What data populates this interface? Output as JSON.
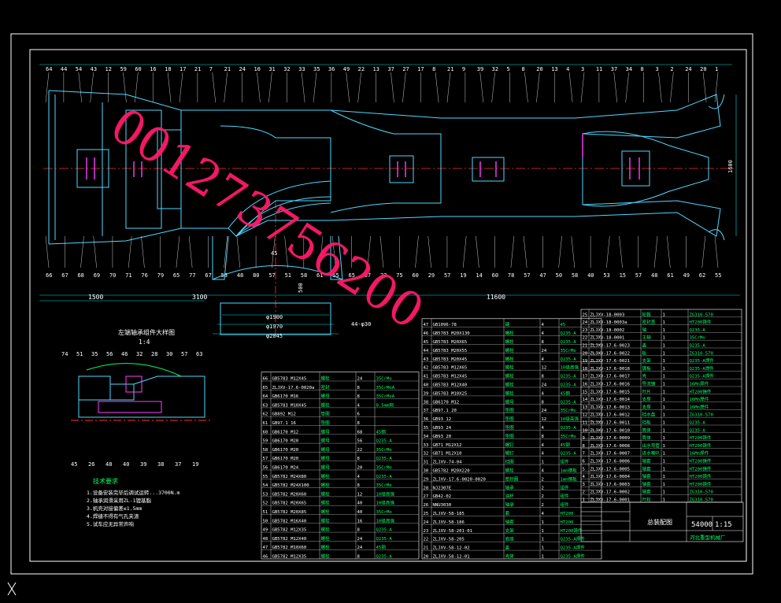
{
  "watermark": "001273756200",
  "dims": {
    "d1500": "1500",
    "d3100": "3100",
    "d11600": "11600",
    "d1900": "φ1900",
    "d1970": "φ1970",
    "d2045": "φ2045",
    "d45": "45",
    "d500": "500",
    "d1600": "1600",
    "weld": "44-φ30"
  },
  "detail": {
    "title": "左端轴承组件大样图",
    "scale": "1:4"
  },
  "notes": {
    "title": "技术要求",
    "lines": [
      "1.设备安装完毕后调试运转...3700N.m",
      "2.轴承润滑采用ZL-1锂基脂",
      "3.机壳对接偏差≤1.5mm",
      "4.焊缝不得有气孔夹渣",
      "5.试车应无异常声响"
    ]
  },
  "title_block": {
    "drawing_name": "总装配图",
    "code": "54000",
    "scale": "1:15",
    "company": "河北重型机械厂"
  },
  "part_numbers_top": [
    "64",
    "44",
    "54",
    "43",
    "12",
    "59",
    "60",
    "16",
    "18",
    "17",
    "21",
    "7",
    "21",
    "24",
    "10",
    "31",
    "32",
    "33",
    "35",
    "36",
    "49",
    "22",
    "13",
    "37",
    "27",
    "17",
    "8",
    "21",
    "9",
    "39",
    "32",
    "5",
    "8",
    "20",
    "13",
    "4",
    "3",
    "11",
    "37",
    "34",
    "8",
    "3",
    "2",
    "24",
    "20",
    "1"
  ],
  "part_numbers_bottom": [
    "66",
    "67",
    "68",
    "69",
    "70",
    "71",
    "76",
    "79",
    "65",
    "77",
    "67",
    "53",
    "48",
    "80",
    "57",
    "51",
    "58",
    "61",
    "55",
    "65",
    "67",
    "22",
    "75",
    "60",
    "29",
    "57",
    "19",
    "14",
    "60",
    "78",
    "57",
    "47",
    "50",
    "58",
    "40",
    "53",
    "15",
    "57",
    "48",
    "61",
    "49",
    "62",
    "55"
  ],
  "bom": {
    "left_rows": [
      [
        "66",
        "GB5783 M12X45",
        "螺栓",
        "24",
        "35CrMo"
      ],
      [
        "65",
        "ZLJXV-17.6-0020a",
        "密封",
        "8",
        "35CrMoA"
      ],
      [
        "64",
        "GB6170 M16",
        "螺母",
        "8",
        "35CrMoA"
      ],
      [
        "63",
        "GB5783 M10X45",
        "螺栓",
        "4",
        "0.5mm网"
      ],
      [
        "62",
        "GB892 M12",
        "垫圈",
        "6",
        ""
      ],
      [
        "61",
        "GB97.1 16",
        "垫圈",
        "8",
        ""
      ],
      [
        "60",
        "GB6170 M12",
        "螺母",
        "68",
        "45钢"
      ],
      [
        "59",
        "GB6170 M20",
        "螺母",
        "56",
        "Q235-A"
      ],
      [
        "58",
        "GB6170 M20",
        "螺母",
        "22",
        "35CrMo"
      ],
      [
        "57",
        "GB6170 M20",
        "螺母",
        "8",
        "Q235-A"
      ],
      [
        "56",
        "GB6170 M24",
        "螺母",
        "20",
        "35CrMo"
      ],
      [
        "55",
        "GB5782 M24X80",
        "螺栓",
        "4",
        "Q235-A"
      ],
      [
        "54",
        "GB5782 M24X100",
        "螺栓",
        "8",
        "35CrMo"
      ],
      [
        "53",
        "GB5782 M20X60",
        "螺栓",
        "12",
        "10级高强"
      ],
      [
        "52",
        "GB5782 M20X65",
        "螺栓",
        "40",
        "10级高强"
      ],
      [
        "51",
        "GB5782 M20X85",
        "螺栓",
        "40",
        "35CrMo"
      ],
      [
        "50",
        "GB5782 M16X40",
        "螺栓",
        "16",
        "10级高强"
      ],
      [
        "49",
        "GB5782 M12X35",
        "螺栓",
        "8",
        "Q235-A"
      ],
      [
        "48",
        "GB5782 M12X40",
        "螺栓",
        "24",
        "Q235-A"
      ],
      [
        "47",
        "GB5782 M10X60",
        "螺栓",
        "24",
        "45钢"
      ],
      [
        "46",
        "GB5782 M12X35",
        "螺栓",
        "8",
        "Q235-A"
      ]
    ],
    "mid_rows": [
      [
        "47",
        "GB1096-78",
        "键",
        "4",
        "45"
      ],
      [
        "46",
        "GB5783 M20X130",
        "螺栓",
        "4",
        "Q235-A"
      ],
      [
        "45",
        "GB5783 M20X65",
        "螺栓",
        "8",
        "Q235-A"
      ],
      [
        "44",
        "GB5783 M20X55",
        "螺栓",
        "24",
        "35CrMo"
      ],
      [
        "43",
        "GB5783 M20X45",
        "螺栓",
        "4",
        "Q235-A"
      ],
      [
        "42",
        "GB5783 M12X65",
        "螺栓",
        "12",
        "10级高强"
      ],
      [
        "41",
        "GB5783 M12X45",
        "螺栓",
        "8",
        "Q235-A"
      ],
      [
        "40",
        "GB5783 M12X40",
        "螺栓",
        "24",
        "Q235-A"
      ],
      [
        "39",
        "GB5783 M10X25",
        "螺栓",
        "4",
        "45钢"
      ],
      [
        "38",
        "GB6170 M12",
        "螺母",
        "8",
        "Q235-A"
      ],
      [
        "37",
        "GB97.1 20",
        "垫圈",
        "24",
        "35CrMo"
      ],
      [
        "36",
        "GB93 12",
        "垫圈",
        "12",
        "10级高强"
      ],
      [
        "35",
        "GB93 24",
        "垫圈",
        "4",
        "Q235-A"
      ],
      [
        "34",
        "GB93 20",
        "垫圈",
        "8",
        "35CrMo"
      ],
      [
        "33",
        "GB71 M12X12",
        "螺钉",
        "4",
        "45钢"
      ],
      [
        "32",
        "GB71 M12X10",
        "螺钉",
        "4",
        "Q235-A"
      ],
      [
        "31",
        "ZLJXV-74-04",
        "挡圈",
        "1",
        "组件"
      ],
      [
        "30",
        "GB5782 M20X220",
        "螺栓",
        "4",
        "1mm钢板"
      ],
      [
        "29",
        "ZLJXV-17.6-0020-0020",
        "密封圈",
        "2",
        "1mm钢板"
      ],
      [
        "28",
        "NJ2307E",
        "轴承",
        "2",
        "组件"
      ],
      [
        "27",
        "GB42-02",
        "油杯",
        "2",
        "组件"
      ],
      [
        "26",
        "NNU3030",
        "轴承",
        "2",
        "组件"
      ],
      [
        "25",
        "ZLJXV-58-185",
        "套",
        "4",
        "HT200"
      ],
      [
        "24",
        "ZLJXV-58-186",
        "轴套",
        "1",
        "HT200"
      ],
      [
        "23",
        "ZLJXV-58-201-01",
        "支架",
        "1",
        "HT200铸件"
      ],
      [
        "22",
        "ZLJXV-58-205",
        "底座",
        "1",
        "Q235-A焊件"
      ],
      [
        "21",
        "ZLJXV-58-12-02",
        "盖",
        "1",
        "Q235-A焊件"
      ],
      [
        "20",
        "ZLJXV-58-12-01",
        "壳体",
        "1",
        "Q235-A焊件"
      ]
    ],
    "right_rows": [
      [
        "25",
        "ZLJXV-18-0003",
        "轮毂",
        "1",
        "ZG310-570"
      ],
      [
        "24",
        "ZLJXV-18-0003a",
        "密封盖",
        "1",
        "HT200铸件"
      ],
      [
        "23",
        "ZLJXV-18-0002",
        "轴",
        "1",
        "Q235-A"
      ],
      [
        "22",
        "ZLJXV-18-0001",
        "主轴",
        "1",
        "35CrMo"
      ],
      [
        "21",
        "ZLJXV-17.6-0023",
        "盖",
        "1",
        "Q235-A"
      ],
      [
        "20",
        "ZLJXV-17.6-0022",
        "板",
        "1",
        "ZG310-570"
      ],
      [
        "19",
        "ZLJXV-17.6-0021",
        "支架",
        "1",
        "Q235-A焊件"
      ],
      [
        "18",
        "ZLJXV-17.6-0018",
        "镀板",
        "1",
        "Q235-A焊件"
      ],
      [
        "17",
        "ZLJXV-17.6-0017",
        "壳",
        "1",
        "Q235-A焊件"
      ],
      [
        "16",
        "ZLJXV-17.6-0016",
        "导流镀",
        "1",
        "16Mn焊件"
      ],
      [
        "15",
        "ZLJXV-17.6-0015",
        "叶片",
        "1",
        "HT200铸件"
      ],
      [
        "14",
        "ZLJXV-17.6-0014",
        "支撑",
        "1",
        "16Mn焊件"
      ],
      [
        "13",
        "ZLJXV-17.6-0013",
        "支撑",
        "1",
        "16Mn焊件"
      ],
      [
        "12",
        "ZLJXV-17.6-0012",
        "挡水盘",
        "1",
        "ZG310-570"
      ],
      [
        "11",
        "ZLJXV-17.6-0011",
        "挡板",
        "1",
        "Q235-A"
      ],
      [
        "10",
        "ZLJXV-17.6-0010",
        "筒体",
        "1",
        "Q235-A"
      ],
      [
        "9",
        "ZLJXV-17.6-0009",
        "筒体",
        "1",
        "HT200铸件"
      ],
      [
        "8",
        "ZLJXV-17.6-0008",
        "出水弯管",
        "1",
        "HT200铸件"
      ],
      [
        "7",
        "ZLJXV-17.6-0007",
        "进水喇叭",
        "1",
        "16Mn焊件"
      ],
      [
        "6",
        "ZLJXV-17.6-0006",
        "轴套",
        "1",
        "HT200铸件"
      ],
      [
        "5",
        "ZLJXV-17.6-0005",
        "轴套",
        "1",
        "HT200铸件"
      ],
      [
        "4",
        "ZLJXV-17.6-0004",
        "轴套",
        "1",
        "HT200铸件"
      ],
      [
        "3",
        "ZLJXV-17.6-0003",
        "轴套",
        "1",
        "HT200铸件"
      ],
      [
        "2",
        "ZLJXV-17.6-0002",
        "轴套",
        "1",
        "ZG310-570"
      ],
      [
        "1",
        "ZLJXV-17.6-0001",
        "叶轮",
        "1",
        "ZG310-570"
      ]
    ]
  },
  "colors": {
    "background": "#000000",
    "frame": "#ffffff",
    "outline": "#4fd8ff",
    "center": "#ff3030",
    "bolt": "#ff40ff",
    "text": "#ffffff",
    "mat": "#00ff66",
    "dim": "#00e0e0",
    "watermark": "#ff1a6a"
  }
}
